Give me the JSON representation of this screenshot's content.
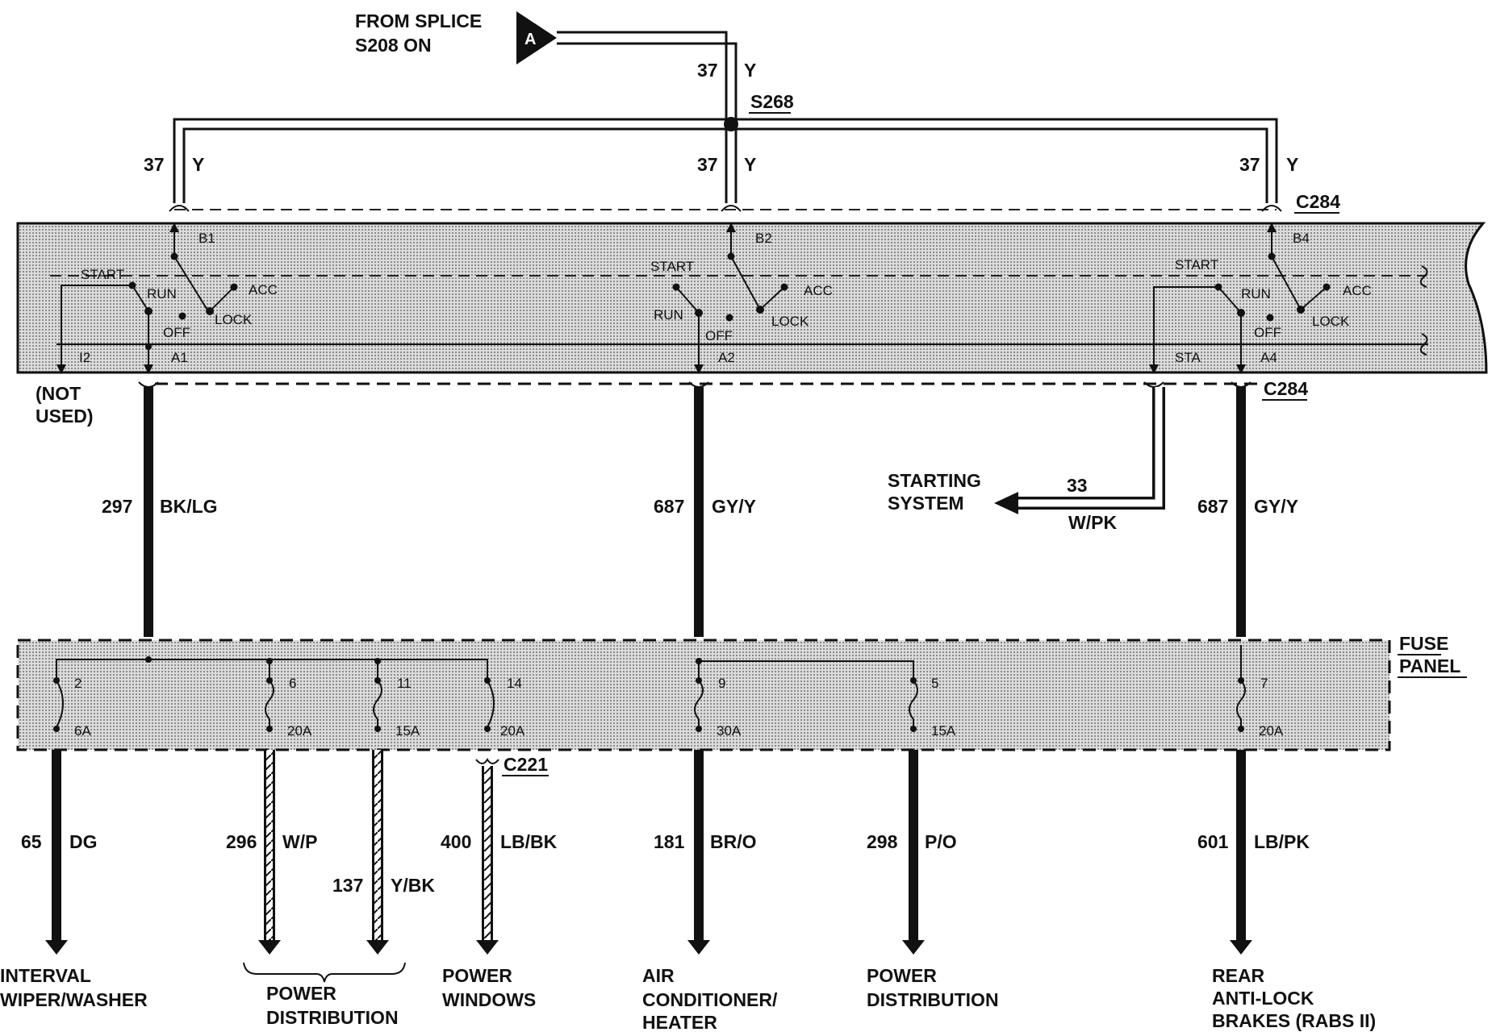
{
  "source": {
    "label_line1": "FROM SPLICE",
    "label_line2": "S208 ON",
    "connector_letter": "A"
  },
  "splice": {
    "name": "S268"
  },
  "connectors": {
    "top": "C284",
    "bottom": "C284",
    "c221": "C221"
  },
  "feed_wires": [
    {
      "circuit": "37",
      "color": "Y"
    },
    {
      "circuit": "37",
      "color": "Y"
    },
    {
      "circuit": "37",
      "color": "Y"
    },
    {
      "circuit": "37",
      "color": "Y"
    }
  ],
  "switch": {
    "pins_top": [
      "B1",
      "B2",
      "B4"
    ],
    "pins_bottom": [
      "I2",
      "A1",
      "A2",
      "STA",
      "A4"
    ],
    "positions": {
      "start": "START",
      "run": "RUN",
      "acc": "ACC",
      "off": "OFF",
      "lock": "LOCK"
    },
    "not_used_line1": "(NOT",
    "not_used_line2": "USED)"
  },
  "mid_wires": [
    {
      "circuit": "297",
      "color": "BK/LG"
    },
    {
      "circuit": "687",
      "color": "GY/Y"
    },
    {
      "circuit": "687",
      "color": "GY/Y"
    }
  ],
  "starting": {
    "line1": "STARTING",
    "line2": "SYSTEM",
    "circuit": "33",
    "color": "W/PK"
  },
  "fuse_panel": {
    "line1": "FUSE",
    "line2": "PANEL"
  },
  "fuses": [
    {
      "num": "2",
      "rating": "6A"
    },
    {
      "num": "6",
      "rating": "20A"
    },
    {
      "num": "11",
      "rating": "15A"
    },
    {
      "num": "14",
      "rating": "20A"
    },
    {
      "num": "9",
      "rating": "30A"
    },
    {
      "num": "5",
      "rating": "15A"
    },
    {
      "num": "7",
      "rating": "20A"
    }
  ],
  "out_wires": [
    {
      "circuit": "65",
      "color": "DG"
    },
    {
      "circuit": "296",
      "color": "W/P"
    },
    {
      "circuit": "137",
      "color": "Y/BK"
    },
    {
      "circuit": "400",
      "color": "LB/BK"
    },
    {
      "circuit": "181",
      "color": "BR/O"
    },
    {
      "circuit": "298",
      "color": "P/O"
    },
    {
      "circuit": "601",
      "color": "LB/PK"
    }
  ],
  "destinations": {
    "wiper": [
      "INTERVAL",
      "WIPER/WASHER"
    ],
    "power_dist_1": [
      "POWER",
      "DISTRIBUTION"
    ],
    "windows": [
      "POWER",
      "WINDOWS"
    ],
    "ac": [
      "AIR",
      "CONDITIONER/",
      "HEATER"
    ],
    "power_dist_2": [
      "POWER",
      "DISTRIBUTION"
    ],
    "abs": [
      "REAR",
      "ANTI-LOCK",
      "BRAKES (RABS II)"
    ]
  },
  "colors": {
    "ink": "#111111",
    "shade": "#d4d4d4",
    "background": "#ffffff"
  }
}
